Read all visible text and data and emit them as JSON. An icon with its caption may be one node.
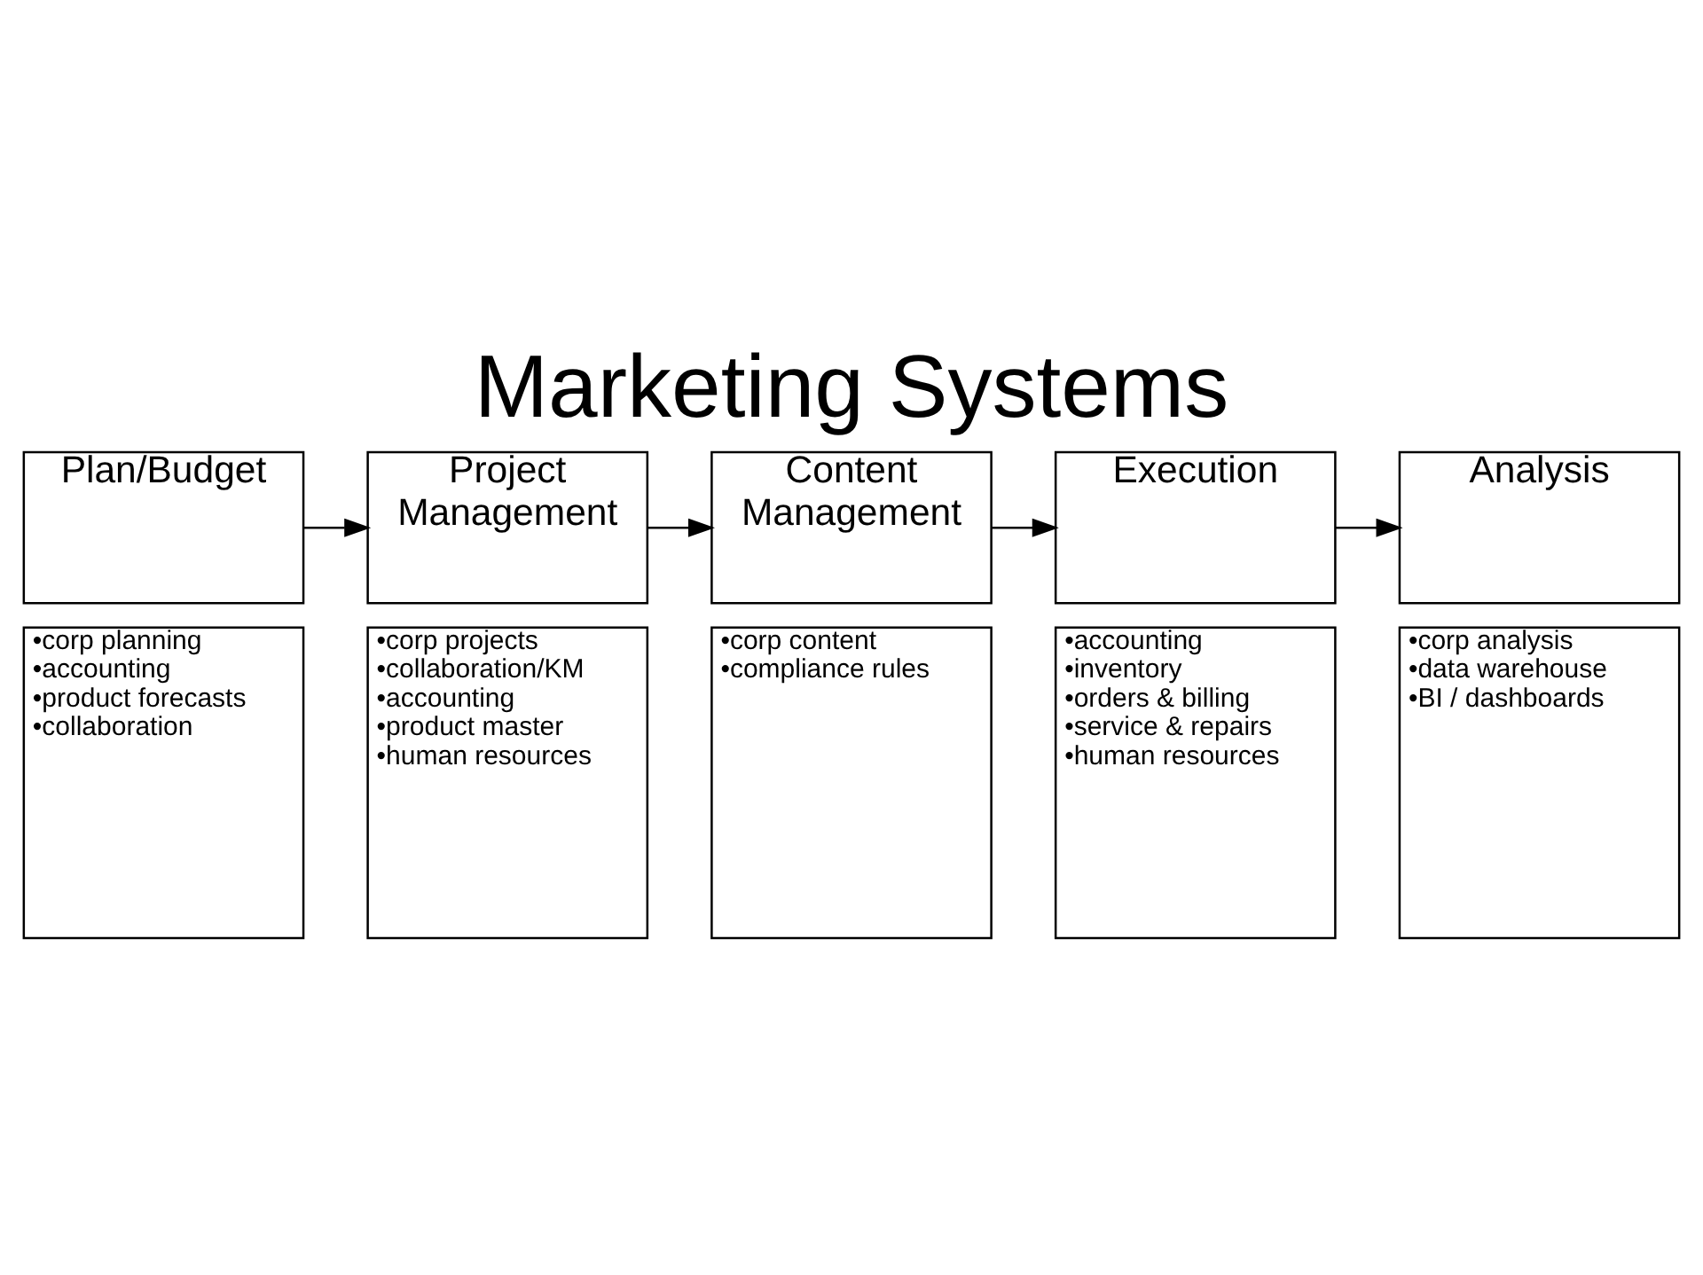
{
  "diagram": {
    "title": "Marketing Systems",
    "nodes": [
      {
        "text": [
          "Plan/Budget"
        ]
      },
      {
        "text": [
          "Project Management"
        ]
      },
      {
        "text": [
          "Content Management"
        ]
      },
      {
        "text": [
          "Execution"
        ]
      },
      {
        "text": [
          "Analysis"
        ]
      },
      {
        "text": [
          "•corp planning",
          "•accounting",
          "•product forecasts",
          "•collaboration"
        ]
      },
      {
        "text": [
          "•corp projects",
          "•collaboration/KM",
          "•accounting",
          "•product master",
          "•human resources"
        ]
      },
      {
        "text": [
          "•corp content",
          "•compliance rules"
        ]
      },
      {
        "text": [
          "•accounting",
          "•inventory",
          "•orders & billing",
          "•service & repairs",
          "•human resources"
        ]
      },
      {
        "text": [
          "•corp analysis",
          "•data warehouse",
          "•BI / dashboards"
        ]
      }
    ],
    "edges": [
      {
        "from": 0,
        "to": 1,
        "arrow": "to"
      },
      {
        "from": 1,
        "to": 2,
        "arrow": "to"
      },
      {
        "from": 2,
        "to": 3,
        "arrow": "to"
      },
      {
        "from": 3,
        "to": 4,
        "arrow": "to"
      }
    ]
  }
}
